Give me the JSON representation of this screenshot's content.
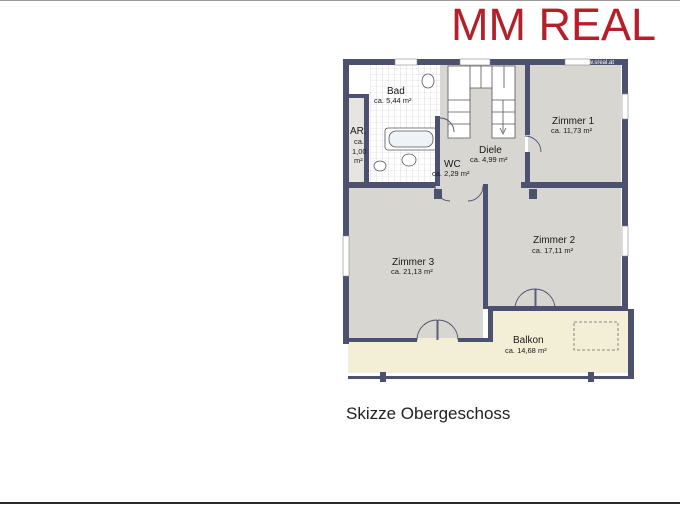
{
  "brand": {
    "name": "MM REAL",
    "color": "#b3202a"
  },
  "plan": {
    "caption": "Skizze Obergeschoss",
    "watermark": "www.sreal.at",
    "wall_color": "#4d5170",
    "room_color": "#d7d6d0",
    "balcony_color": "#f3efd7",
    "tile_color": "#ffffff",
    "rooms": {
      "bad": {
        "name": "Bad",
        "area": "ca. 5,44 m²"
      },
      "ar": {
        "name": "AR.",
        "area_l1": "ca.",
        "area_l2": "1,00",
        "area_l3": "m²"
      },
      "diele": {
        "name": "Diele",
        "area": "ca. 4,99 m²"
      },
      "wc": {
        "name": "WC",
        "area": "ca. 2,29 m²"
      },
      "zimmer1": {
        "name": "Zimmer 1",
        "area": "ca. 11,73 m²"
      },
      "zimmer2": {
        "name": "Zimmer 2",
        "area": "ca. 17,11 m²"
      },
      "zimmer3": {
        "name": "Zimmer 3",
        "area": "ca. 21,13 m²"
      },
      "balkon": {
        "name": "Balkon",
        "area": "ca. 14,68 m²"
      }
    }
  }
}
